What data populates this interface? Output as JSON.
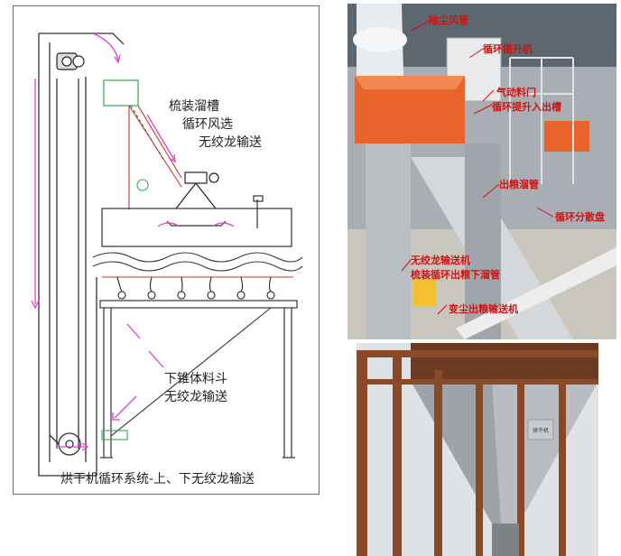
{
  "diagram": {
    "labels": {
      "chute": "梳装溜槽",
      "winnowing": "循环风选",
      "top_conveyor": "无绞龙输送",
      "bottom_hopper": "下锥体料斗",
      "bottom_conveyor": "无绞龙输送"
    },
    "caption": "烘干机循环系统-上、下无绞龙输送"
  },
  "photo_top": {
    "annotations": {
      "duct": "除尘风管",
      "elevator": "循环提升机",
      "valve": "气动料门",
      "elevator_inlet": "循环提升入出槽",
      "discharge_chute": "出粮溜管",
      "discharge_box": "循环分散盘",
      "shaftless_conveyor": "无绞龙输送机",
      "grain_chute": "梳装循环出粮下溜管",
      "bottom_conveyor": "变尘出粮输送机"
    }
  },
  "photo_bottom": {
    "plate": "烘干机"
  },
  "colors": {
    "accent_arrow": "#e040c8",
    "frame_red": "#c0392b",
    "annotation_red": "#d41010",
    "orange_duct": "#e8642a",
    "brown_frame": "#8a4a28"
  }
}
